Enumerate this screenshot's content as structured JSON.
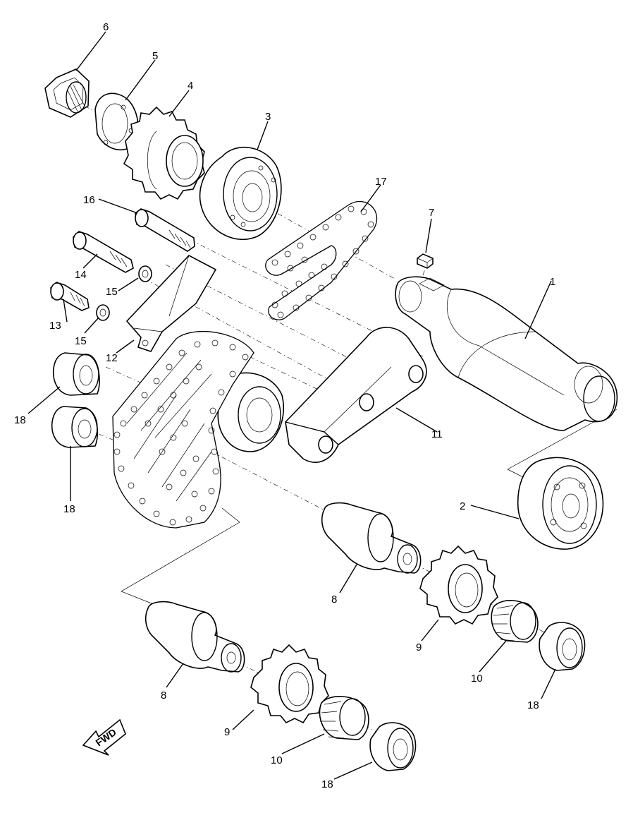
{
  "callouts": [
    {
      "id": "6",
      "label": "6"
    },
    {
      "id": "5",
      "label": "5"
    },
    {
      "id": "4",
      "label": "4"
    },
    {
      "id": "3",
      "label": "3"
    },
    {
      "id": "16",
      "label": "16"
    },
    {
      "id": "17",
      "label": "17"
    },
    {
      "id": "7",
      "label": "7"
    },
    {
      "id": "14",
      "label": "14"
    },
    {
      "id": "15a",
      "label": "15"
    },
    {
      "id": "15b",
      "label": "15"
    },
    {
      "id": "13",
      "label": "13"
    },
    {
      "id": "1",
      "label": "1"
    },
    {
      "id": "12",
      "label": "12"
    },
    {
      "id": "18a",
      "label": "18"
    },
    {
      "id": "11",
      "label": "11"
    },
    {
      "id": "18b",
      "label": "18"
    },
    {
      "id": "2",
      "label": "2"
    },
    {
      "id": "8a",
      "label": "8"
    },
    {
      "id": "9a",
      "label": "9"
    },
    {
      "id": "10a",
      "label": "10"
    },
    {
      "id": "18c",
      "label": "18"
    },
    {
      "id": "8b",
      "label": "8"
    },
    {
      "id": "9b",
      "label": "9"
    },
    {
      "id": "10b",
      "label": "10"
    },
    {
      "id": "18d",
      "label": "18"
    }
  ],
  "fwd_arrow": {
    "label": "FWD",
    "icon": "fwd-arrow-icon"
  }
}
